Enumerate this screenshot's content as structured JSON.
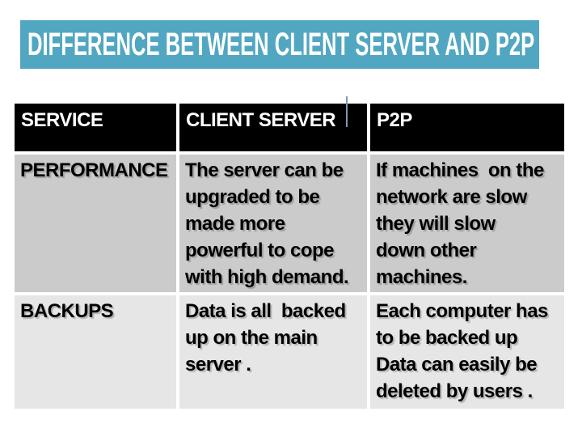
{
  "slide": {
    "title": "DIFFERENCE BETWEEN CLIENT SERVER AND P2P"
  },
  "table": {
    "headers": [
      "SERVICE",
      "CLIENT SERVER",
      "P2P"
    ],
    "rows": [
      {
        "label": "PERFORMANCE",
        "client_server": "The server can be\nupgraded to be\nmade more\npowerful to cope\nwith high demand.",
        "p2p": "If machines  on the\nnetwork are slow\nthey will slow\ndown other\nmachines."
      },
      {
        "label": "BACKUPS",
        "client_server": "Data is all  backed\nup on the main\nserver .",
        "p2p": "Each computer has\nto be backed up\nData can easily be\ndeleted by users ."
      }
    ]
  },
  "colors": {
    "banner_bg": "#51a7c1",
    "banner_text": "#ffffff",
    "header_bg": "#000000",
    "header_text": "#ffffff",
    "row_performance_bg": "#cbcbcb",
    "row_backups_bg": "#e6e6e6",
    "body_text": "#000000",
    "cursor": "#8496ae",
    "page_bg": "#ffffff"
  }
}
